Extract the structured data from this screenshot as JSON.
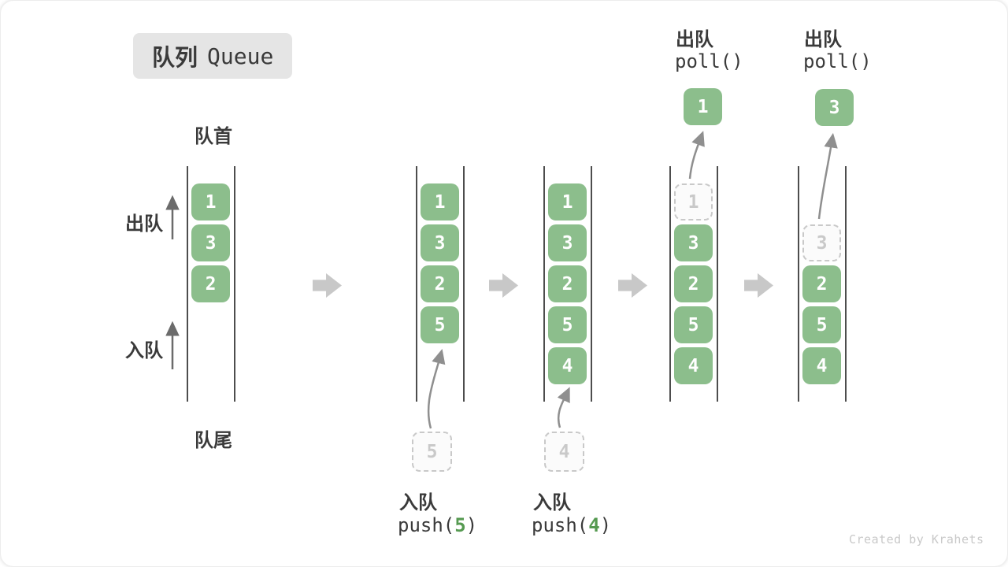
{
  "title": {
    "zh": "队列",
    "en": "Queue"
  },
  "side_labels": {
    "front": "队首",
    "rear": "队尾",
    "dequeue": "出队",
    "enqueue": "入队"
  },
  "columns": [
    {
      "cells": [
        "1",
        "3",
        "2"
      ]
    },
    {
      "cells": [
        "1",
        "3",
        "2",
        "5"
      ],
      "pending": "5",
      "op_zh": "入队",
      "op_pre": "push(",
      "op_arg": "5",
      "op_post": ")"
    },
    {
      "cells": [
        "1",
        "3",
        "2",
        "5",
        "4"
      ],
      "pending": "4",
      "op_zh": "入队",
      "op_pre": "push(",
      "op_arg": "4",
      "op_post": ")"
    },
    {
      "cells": [
        "3",
        "2",
        "5",
        "4"
      ],
      "removed": "1",
      "popped": "1",
      "op_zh": "出队",
      "op_code": "poll()"
    },
    {
      "cells": [
        "2",
        "5",
        "4"
      ],
      "removed": "3",
      "popped": "3",
      "op_zh": "出队",
      "op_code": "poll()"
    }
  ],
  "watermark": "Created by Krahets",
  "colors": {
    "cell_green": "#8cbe8c",
    "accent_green": "#569a51",
    "text_dark": "#3a3a3a",
    "badge_gray": "#e5e5e5",
    "block_arrow_gray": "#c8c8c8",
    "curve_arrow_gray": "#8f8f8f",
    "dashed_gray": "#c9c9c9"
  }
}
